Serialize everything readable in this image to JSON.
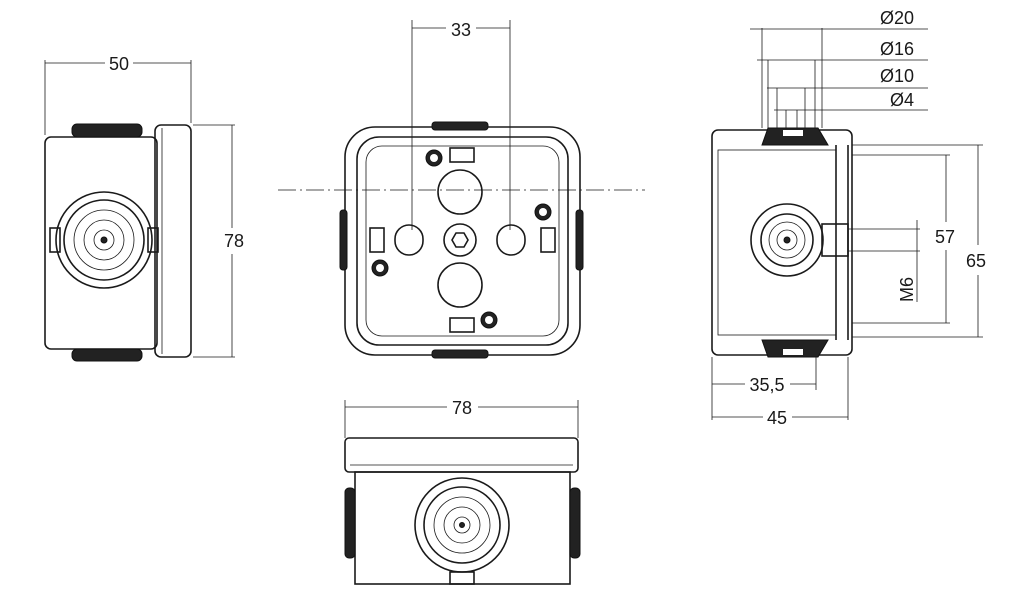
{
  "drawing": {
    "side_view": {
      "width_label": "50",
      "height_label": "78"
    },
    "top_view": {
      "spacing_label": "33"
    },
    "bottom_view": {
      "width_label": "78"
    },
    "section_view": {
      "diameters": [
        "Ø20",
        "Ø16",
        "Ø10",
        "Ø4"
      ],
      "inner_height_label": "57",
      "outer_height_label": "65",
      "thread_label": "M6",
      "depth_inner_label": "35,5",
      "depth_outer_label": "45"
    }
  }
}
